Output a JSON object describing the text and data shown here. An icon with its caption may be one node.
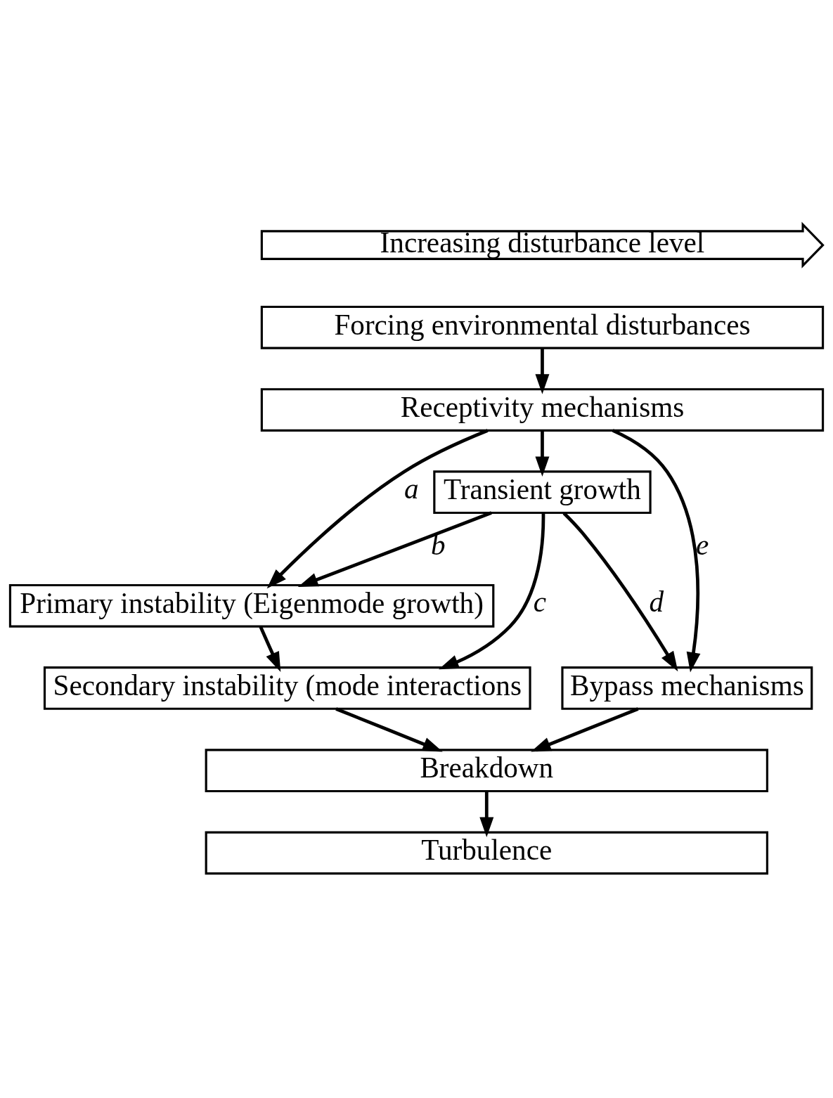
{
  "diagram": {
    "nodes": [
      {
        "text": [
          "Increasing disturbance level"
        ]
      },
      {
        "text": [
          "Forcing environmental disturbances"
        ]
      },
      {
        "text": [
          "Receptivity mechanisms"
        ]
      },
      {
        "text": [
          "Transient growth"
        ]
      },
      {
        "text": [
          "Primary instability (Eigenmode growth)"
        ]
      },
      {
        "text": [
          "Secondary instability (mode interactions"
        ]
      },
      {
        "text": [
          "Bypass mechanisms"
        ]
      },
      {
        "text": [
          "Breakdown"
        ]
      },
      {
        "text": [
          "Turbulence"
        ]
      }
    ],
    "edges": [
      {
        "from": 1,
        "to": 2,
        "arrow": "to"
      },
      {
        "from": 2,
        "to": 3,
        "arrow": "to"
      },
      {
        "from": 2,
        "to": 4,
        "arrow": "to",
        "label": "a"
      },
      {
        "from": 3,
        "to": 4,
        "arrow": "to",
        "label": "b"
      },
      {
        "from": 3,
        "to": 5,
        "arrow": "to",
        "label": "c"
      },
      {
        "from": 3,
        "to": 6,
        "arrow": "to",
        "label": "d"
      },
      {
        "from": 2,
        "to": 6,
        "arrow": "to",
        "label": "e"
      },
      {
        "from": 4,
        "to": 5,
        "arrow": "to"
      },
      {
        "from": 5,
        "to": 7,
        "arrow": "to"
      },
      {
        "from": 6,
        "to": 7,
        "arrow": "to"
      },
      {
        "from": 7,
        "to": 8,
        "arrow": "to"
      }
    ]
  }
}
